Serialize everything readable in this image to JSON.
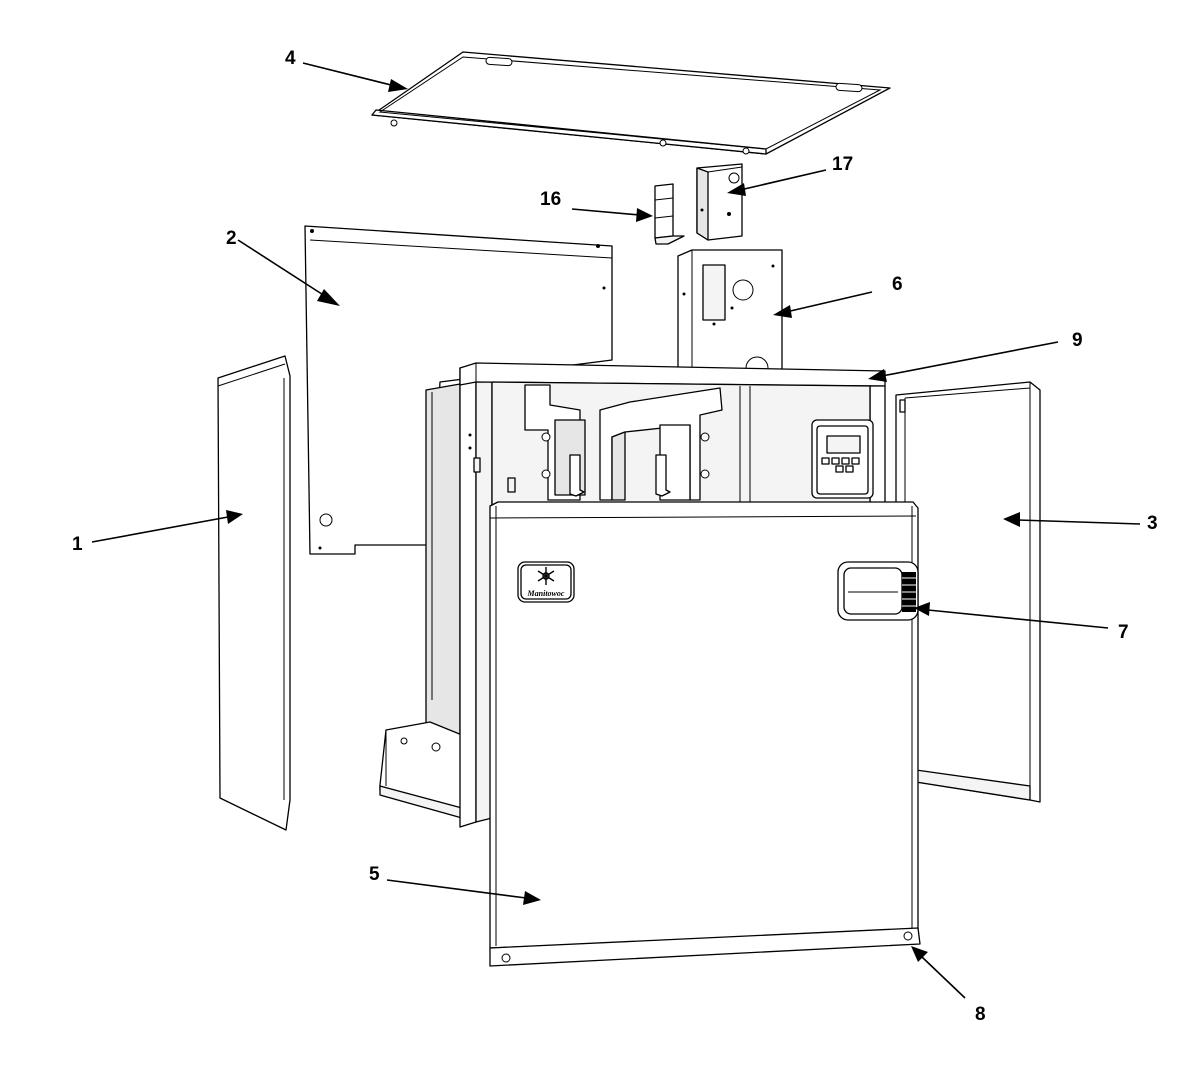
{
  "callouts": [
    {
      "id": "1",
      "label": "1"
    },
    {
      "id": "2",
      "label": "2"
    },
    {
      "id": "3",
      "label": "3"
    },
    {
      "id": "4",
      "label": "4"
    },
    {
      "id": "5",
      "label": "5"
    },
    {
      "id": "6",
      "label": "6"
    },
    {
      "id": "7",
      "label": "7"
    },
    {
      "id": "8",
      "label": "8"
    },
    {
      "id": "9",
      "label": "9"
    },
    {
      "id": "16",
      "label": "16"
    },
    {
      "id": "17",
      "label": "17"
    }
  ],
  "brand_logo": {
    "text": "Manitowoc",
    "icon": "snowflake-icon"
  },
  "controller_icon": "control-panel-icon",
  "colors": {
    "line": "#000000",
    "background": "#ffffff"
  }
}
